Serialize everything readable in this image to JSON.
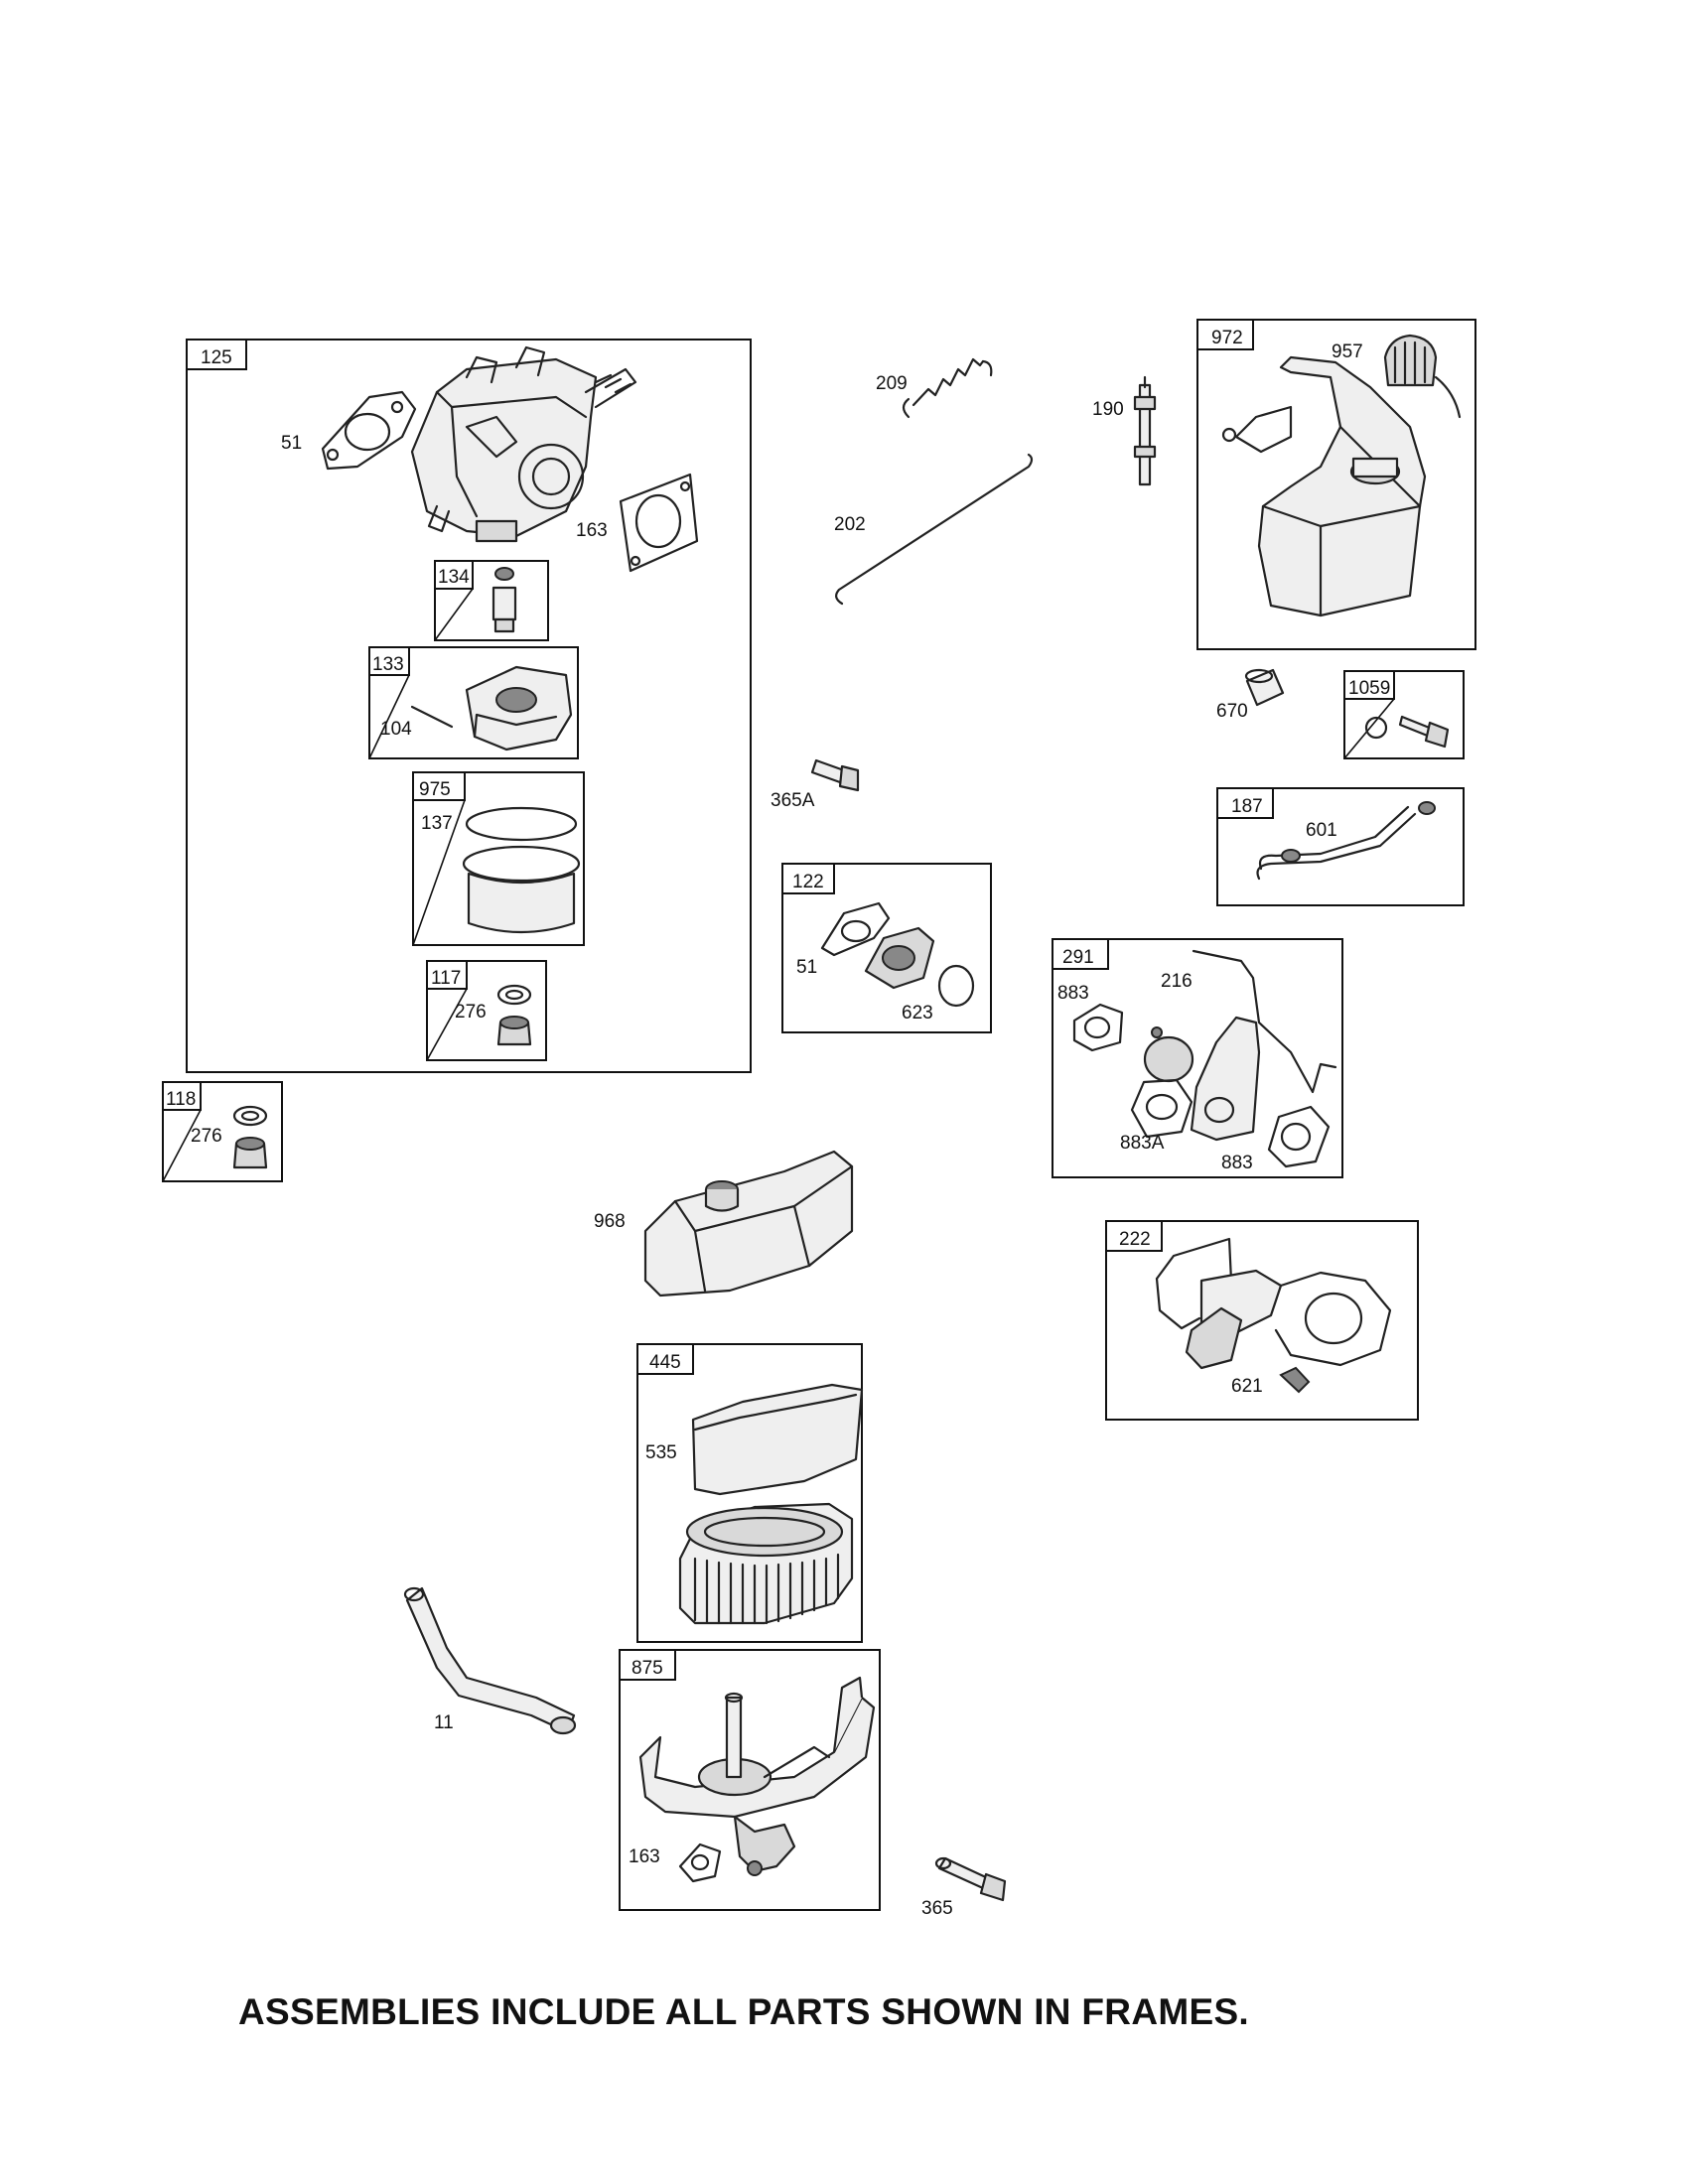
{
  "frames": {
    "f125": "125",
    "f134": "134",
    "f133": "133",
    "f975": "975",
    "f117": "117",
    "f118": "118",
    "f122": "122",
    "f291": "291",
    "f972": "972",
    "f1059": "1059",
    "f187": "187",
    "f222": "222",
    "f445": "445",
    "f875": "875"
  },
  "parts": {
    "p51a": "51",
    "p163a": "163",
    "p104": "104",
    "p137": "137",
    "p276a": "276",
    "p276b": "276",
    "p209": "209",
    "p202": "202",
    "p190": "190",
    "p957": "957",
    "p670": "670",
    "p365A": "365A",
    "p601": "601",
    "p51b": "51",
    "p623": "623",
    "p883a": "883",
    "p216": "216",
    "p883A": "883A",
    "p883b": "883",
    "p968": "968",
    "p621": "621",
    "p535": "535",
    "p11": "11",
    "p163b": "163",
    "p365": "365"
  },
  "footer": "ASSEMBLIES INCLUDE ALL PARTS SHOWN IN FRAMES."
}
